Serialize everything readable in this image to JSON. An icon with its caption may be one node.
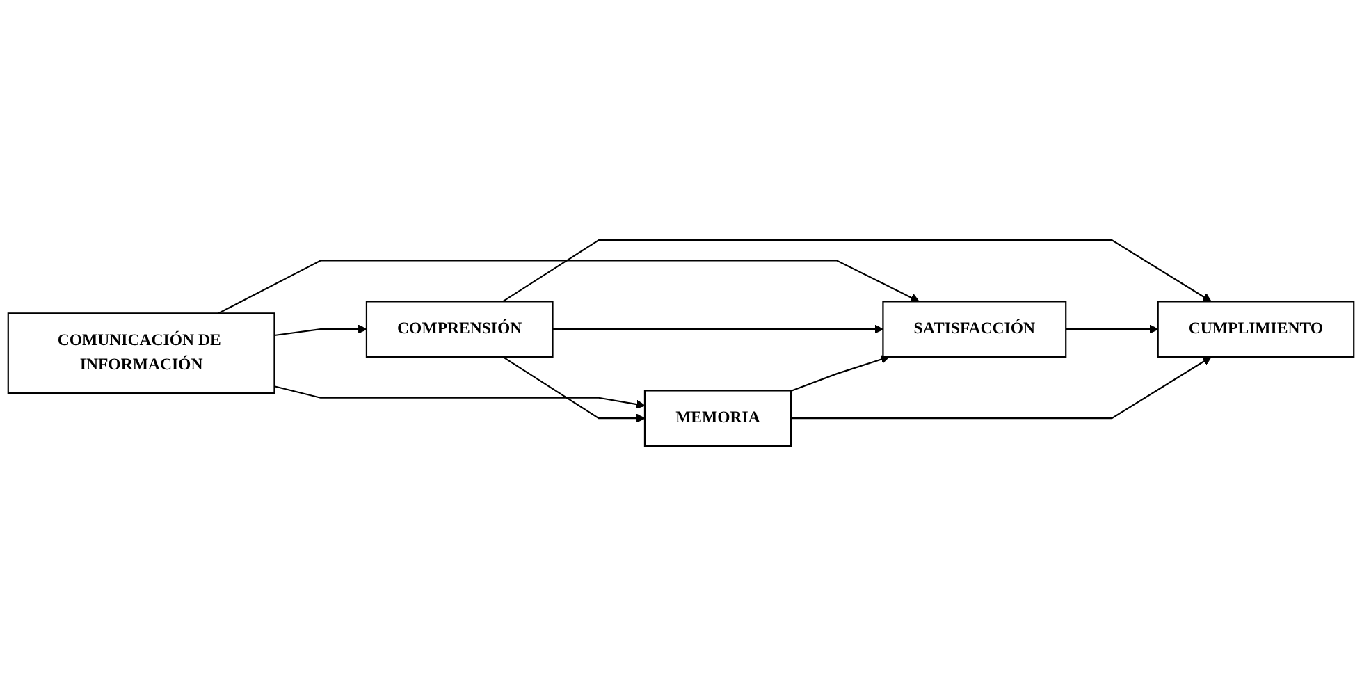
{
  "diagram": {
    "nodes": [
      {
        "text": [
          "COMPRENSIÓN"
        ]
      },
      {
        "text": [
          "COMUNICACIÓN DE INFORMACIÓN"
        ]
      },
      {
        "text": [
          "SATISFACCIÓN"
        ]
      },
      {
        "text": [
          "CUMPLIMIENTO"
        ]
      },
      {
        "text": [
          "MEMORIA"
        ]
      }
    ],
    "edges": [
      {
        "from": 1,
        "to": 0,
        "arrow": "to"
      },
      {
        "from": 1,
        "to": 4,
        "arrow": "to"
      },
      {
        "from": 1,
        "to": 2,
        "arrow": "to"
      },
      {
        "from": 0,
        "to": 4,
        "arrow": "to"
      },
      {
        "from": 0,
        "to": 2,
        "arrow": "to"
      },
      {
        "from": 4,
        "to": 2,
        "arrow": "to"
      },
      {
        "from": 0,
        "to": 3,
        "arrow": "to"
      },
      {
        "from": 2,
        "to": 3,
        "arrow": "to"
      },
      {
        "from": 4,
        "to": 3,
        "arrow": "to"
      }
    ]
  }
}
